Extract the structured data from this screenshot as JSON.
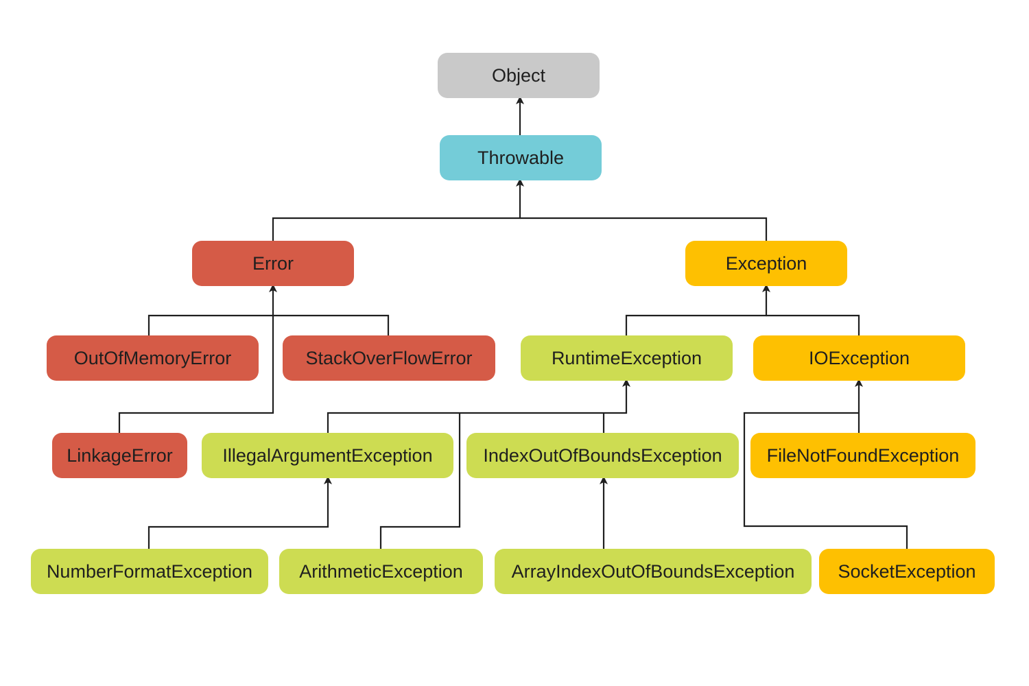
{
  "nodes": {
    "object": "Object",
    "throwable": "Throwable",
    "error": "Error",
    "exception": "Exception",
    "out_of_memory_error": "OutOfMemoryError",
    "stack_overflow_error": "StackOverFlowError",
    "runtime_exception": "RuntimeException",
    "io_exception": "IOException",
    "linkage_error": "LinkageError",
    "illegal_argument_exception": "IllegalArgumentException",
    "index_out_of_bounds_exception": "IndexOutOfBoundsException",
    "file_not_found_exception": "FileNotFoundException",
    "number_format_exception": "NumberFormatException",
    "arithmetic_exception": "ArithmeticException",
    "array_index_out_of_bounds_exception": "ArrayIndexOutOfBoundsException",
    "socket_exception": "SocketException"
  },
  "colors": {
    "object": "#c9c9c9",
    "throwable": "#74ccd8",
    "error_family": "#d55b47",
    "checked_exception_family": "#fec001",
    "runtime_exception_family": "#cddc52",
    "connector": "#1f1f1f"
  }
}
